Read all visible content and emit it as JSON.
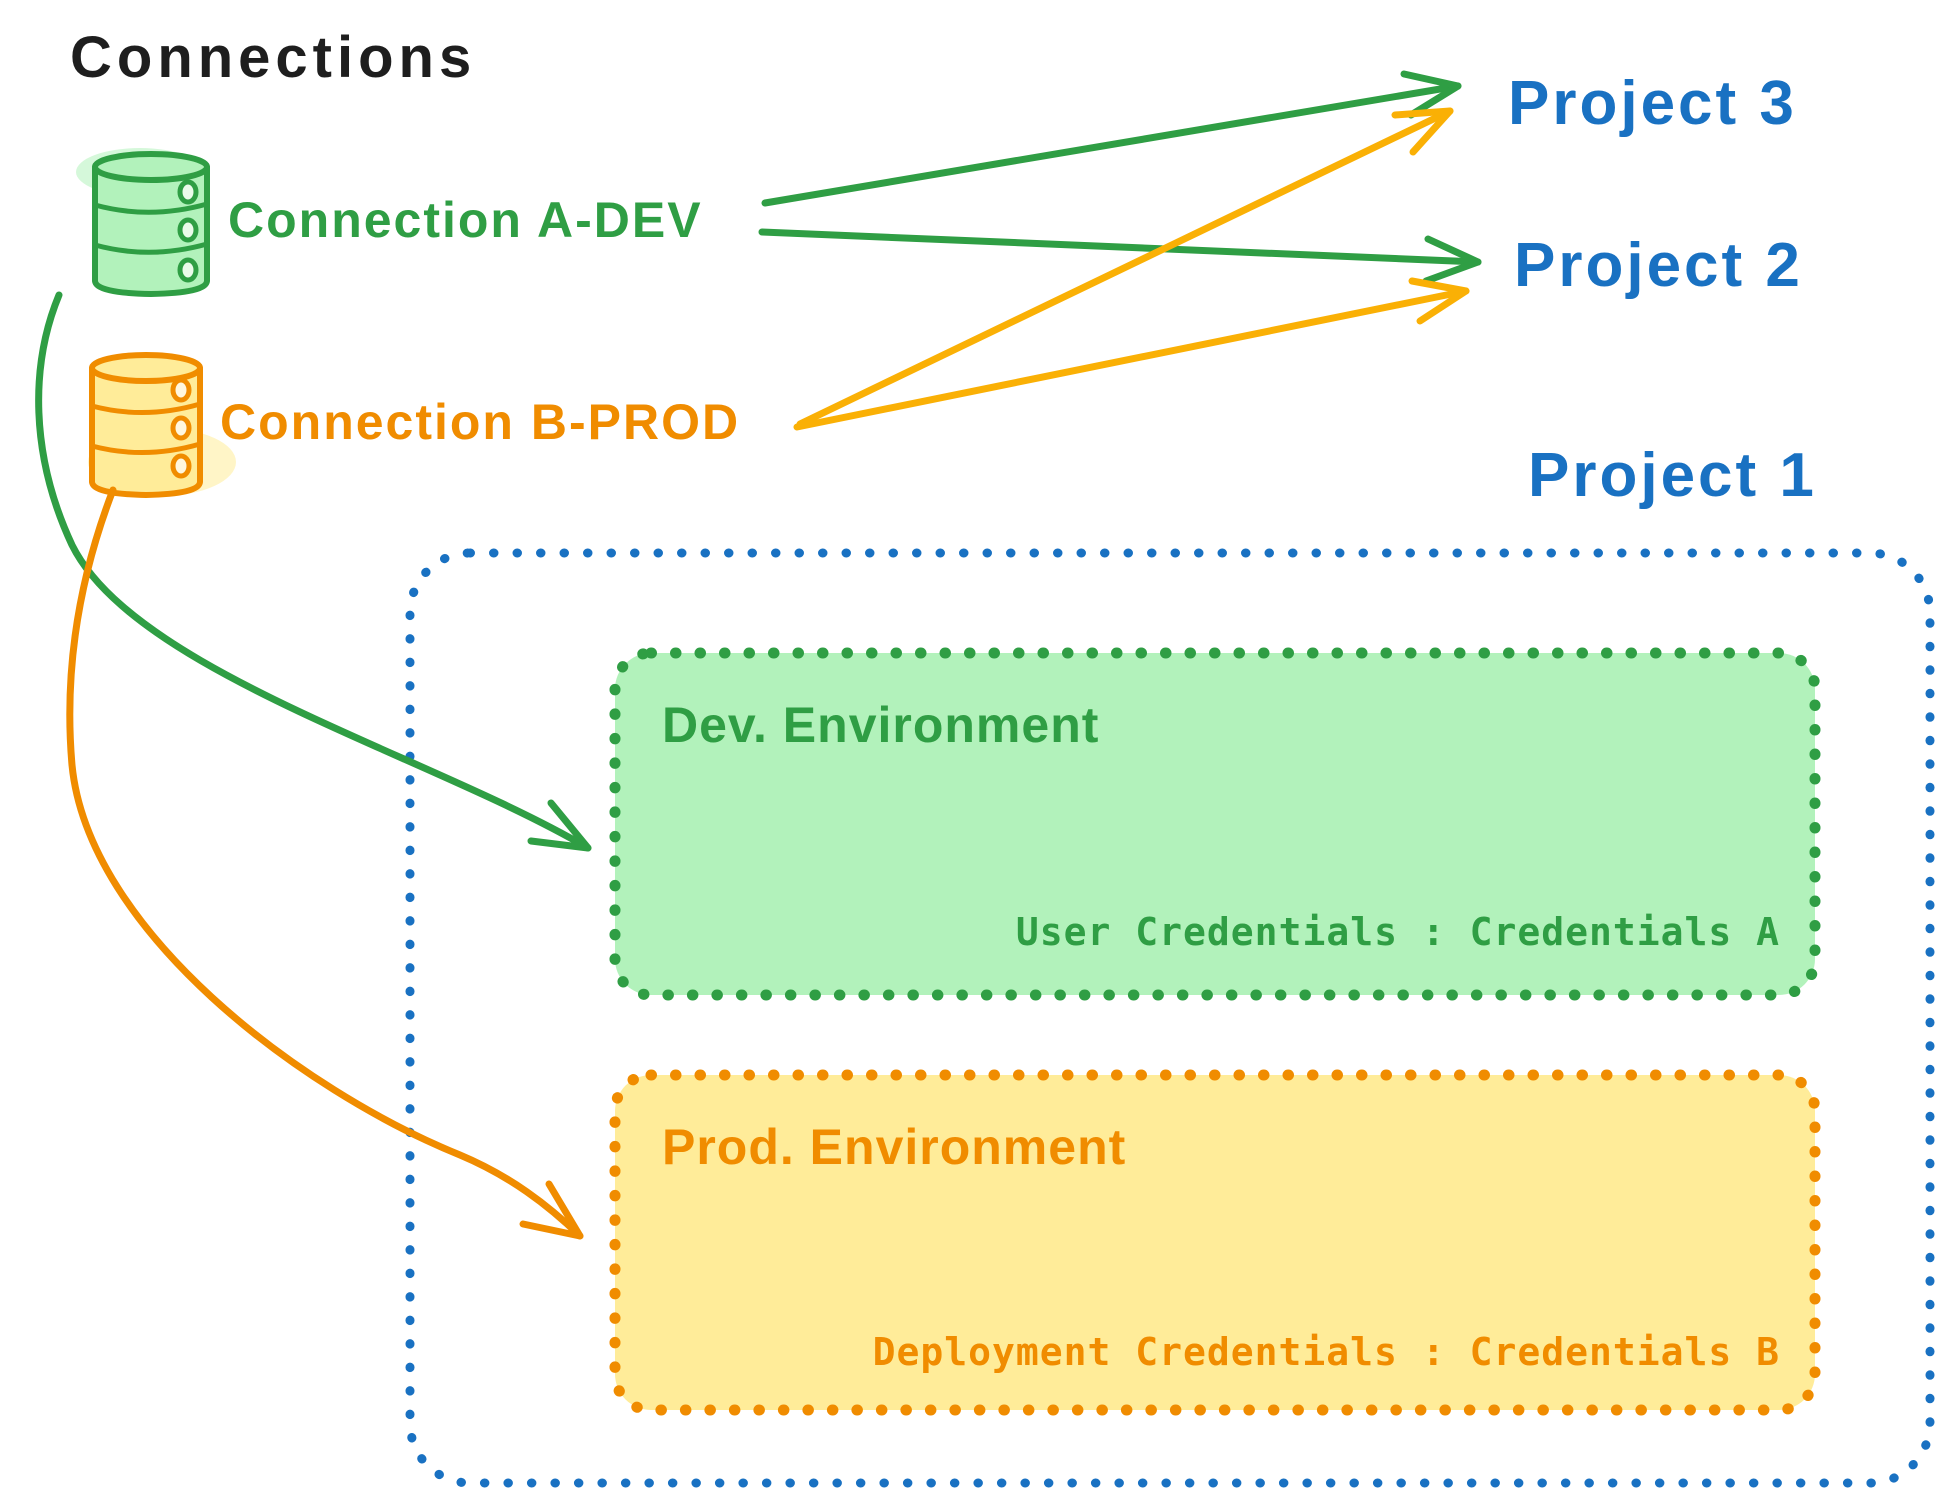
{
  "canvas": {
    "background": "#ffffff"
  },
  "palette": {
    "ink": "#1e1e1e",
    "blue": "#1971c2",
    "green": "#2f9e44",
    "green_fill": "#b2f2bb",
    "orange": "#f08c00",
    "orange_fill": "#ffec99",
    "yellow_arrow": "#fab005"
  },
  "header": {
    "title": "Connections"
  },
  "connections": [
    {
      "id": "connection-a-dev",
      "label": "Connection A-DEV",
      "icon": "database-icon",
      "color": "#2f9e44"
    },
    {
      "id": "connection-b-prod",
      "label": "Connection B-PROD",
      "icon": "database-icon",
      "color": "#f08c00"
    }
  ],
  "projects": [
    {
      "label": "Project 3"
    },
    {
      "label": "Project 2"
    },
    {
      "label": "Project 1"
    }
  ],
  "project1": {
    "environments": [
      {
        "title": "Dev. Environment",
        "credentials_label": "User Credentials : Credentials A",
        "accent": "#2f9e44",
        "fill": "#b2f2bb"
      },
      {
        "title": "Prod. Environment",
        "credentials_label": "Deployment Credentials : Credentials B",
        "accent": "#f08c00",
        "fill": "#ffec99"
      }
    ]
  },
  "edges": [
    {
      "from": "Connection A-DEV",
      "to": "Project 3",
      "color": "#2f9e44"
    },
    {
      "from": "Connection A-DEV",
      "to": "Project 2",
      "color": "#2f9e44"
    },
    {
      "from": "Connection B-PROD",
      "to": "Project 3",
      "color": "#fab005"
    },
    {
      "from": "Connection B-PROD",
      "to": "Project 2",
      "color": "#fab005"
    },
    {
      "from": "Connection A-DEV",
      "to": "Dev. Environment",
      "color": "#2f9e44"
    },
    {
      "from": "Connection B-PROD",
      "to": "Prod. Environment",
      "color": "#f08c00"
    }
  ]
}
